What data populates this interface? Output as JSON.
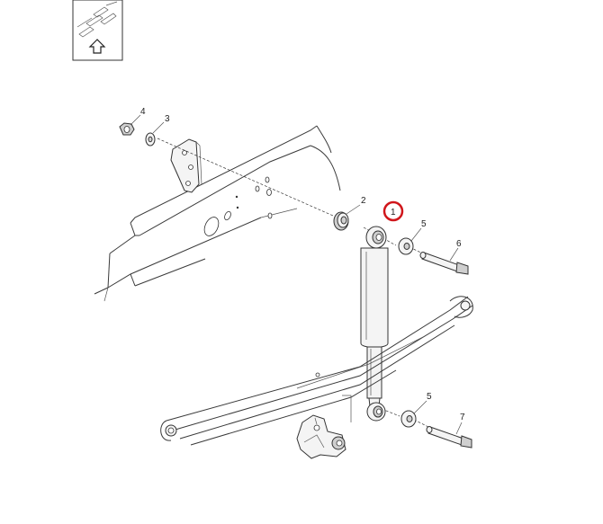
{
  "diagram": {
    "callouts": [
      {
        "id": "c4",
        "label": "4",
        "part": "nut"
      },
      {
        "id": "c3",
        "label": "3",
        "part": "washer"
      },
      {
        "id": "c2",
        "label": "2",
        "part": "bushing"
      },
      {
        "id": "c1",
        "label": "1",
        "part": "shock-absorber",
        "highlighted": true
      },
      {
        "id": "c5a",
        "label": "5",
        "part": "washer"
      },
      {
        "id": "c6",
        "label": "6",
        "part": "bolt"
      },
      {
        "id": "c5b",
        "label": "5",
        "part": "washer"
      },
      {
        "id": "c7",
        "label": "7",
        "part": "bolt"
      }
    ],
    "highlight_color": "#d0161b",
    "line_color": "#333333",
    "orientation_icon": "front-arrow-icon"
  }
}
